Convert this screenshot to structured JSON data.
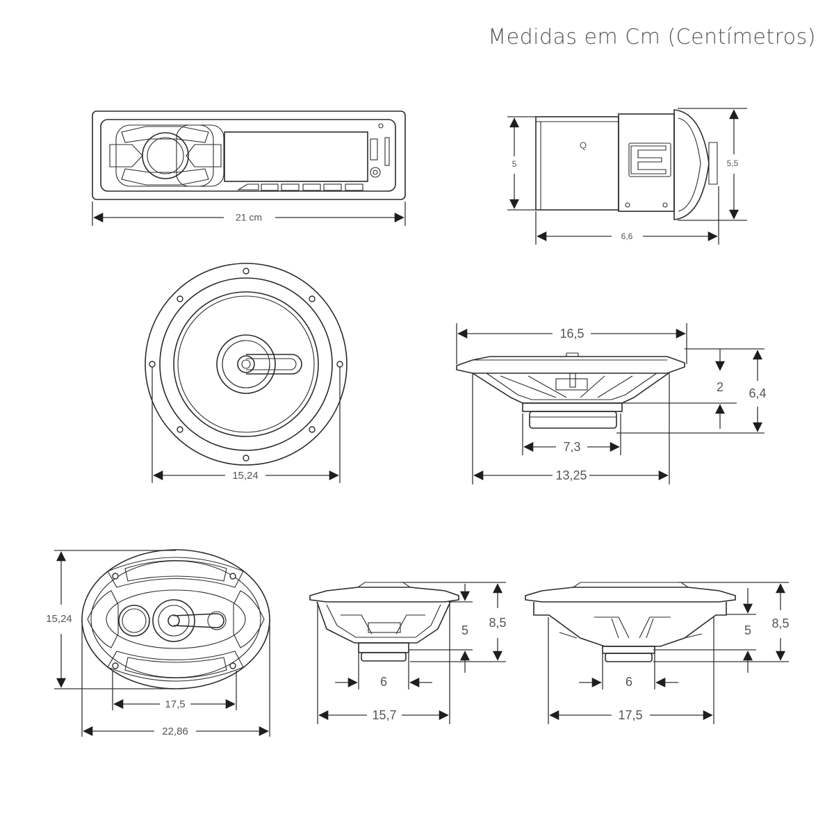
{
  "header": {
    "title": "Medidas em Cm (Centímetros)"
  },
  "radio_front": {
    "width_label": "21 cm"
  },
  "radio_side": {
    "height_label": "5",
    "front_height_label": "5,5",
    "depth_label": "6,6",
    "logo_label": "Q"
  },
  "round_front": {
    "width_label": "15,24"
  },
  "round_side": {
    "outer_width_label": "16,5",
    "depth_label": "2",
    "total_height_label": "6,4",
    "magnet_width_label": "7,3",
    "cone_width_label": "13,25"
  },
  "oval_front": {
    "height_label": "15,24",
    "hole_spacing_label": "17,5",
    "width_label": "22,86"
  },
  "oval_side_a": {
    "height_label": "8,5",
    "depth_label": "5",
    "magnet_label": "6",
    "width_label": "15,7"
  },
  "oval_side_b": {
    "height_label": "8,5",
    "depth_label": "5",
    "magnet_label": "6",
    "width_label": "17,5"
  }
}
